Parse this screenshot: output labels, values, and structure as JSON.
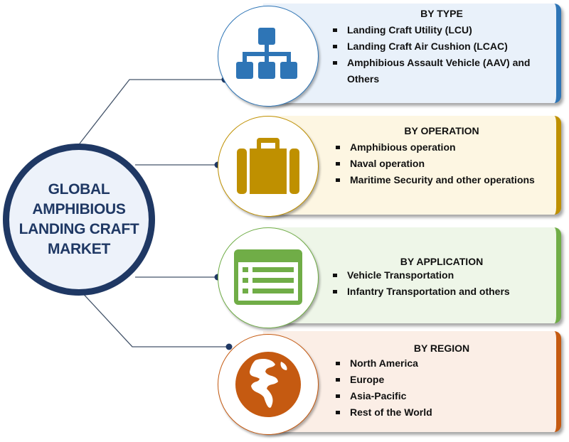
{
  "center": {
    "title": "GLOBAL AMPHIBIOUS LANDING CRAFT MARKET"
  },
  "segments": [
    {
      "heading": "BY TYPE",
      "icon": "hierarchy-icon",
      "color": "#2e75b6",
      "bg": "#e9f1fa",
      "items": [
        "Landing Craft Utility (LCU)",
        "Landing Craft Air Cushion (LCAC)",
        "Amphibious Assault Vehicle (AAV) and Others"
      ]
    },
    {
      "heading": "BY OPERATION",
      "icon": "briefcase-icon",
      "color": "#bf9000",
      "bg": "#fdf6e2",
      "items": [
        "Amphibious operation",
        "Naval operation",
        "Maritime Security and other operations"
      ]
    },
    {
      "heading": "BY APPLICATION",
      "icon": "list-icon",
      "color": "#70ad47",
      "bg": "#eef6e8",
      "items": [
        "Vehicle Transportation",
        "Infantry Transportation and others"
      ]
    },
    {
      "heading": "BY REGION",
      "icon": "globe-icon",
      "color": "#c55a11",
      "bg": "#fbeee6",
      "items": [
        "North America",
        "Europe",
        "Asia-Pacific",
        "Rest of the World"
      ]
    }
  ]
}
